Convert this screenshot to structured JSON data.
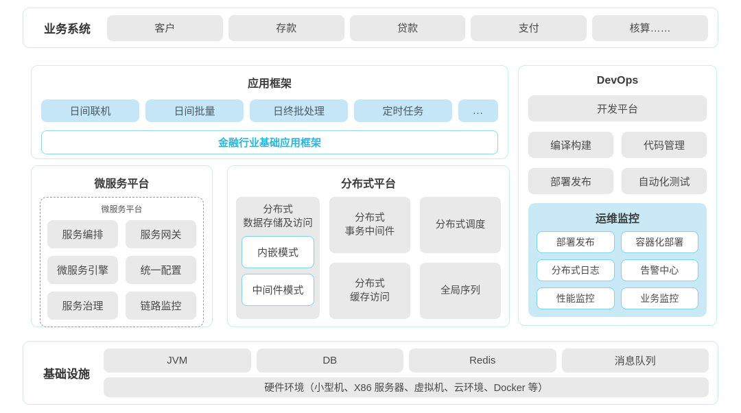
{
  "business_system": {
    "label": "业务系统",
    "items": [
      "客户",
      "存款",
      "贷款",
      "支付",
      "核算……"
    ]
  },
  "app_framework": {
    "title": "应用框架",
    "modules": [
      "日间联机",
      "日间批量",
      "日终批处理",
      "定时任务"
    ],
    "more": "...",
    "base_framework": "金融行业基础应用框架"
  },
  "devops": {
    "title": "DevOps",
    "platform": "开发平台",
    "tools": [
      "编译构建",
      "代码管理",
      "部署发布",
      "自动化测试"
    ],
    "monitoring": {
      "title": "运维监控",
      "items": [
        "部署发布",
        "容器化部署",
        "分布式日志",
        "告警中心",
        "性能监控",
        "业务监控"
      ]
    }
  },
  "microservice_platform": {
    "title": "微服务平台",
    "inner_title": "微服务平台",
    "items": [
      "服务编排",
      "服务网关",
      "微服务引擎",
      "统一配置",
      "服务治理",
      "链路监控"
    ]
  },
  "distributed_platform": {
    "title": "分布式平台",
    "storage": {
      "label": "分布式\n数据存储及访问",
      "modes": [
        "内嵌模式",
        "中间件模式"
      ]
    },
    "cells": [
      "分布式\n事务中间件",
      "分布式调度",
      "分布式\n缓存访问",
      "全局序列"
    ]
  },
  "infrastructure": {
    "label": "基础设施",
    "items": [
      "JVM",
      "DB",
      "Redis",
      "消息队列"
    ],
    "hardware": "硬件环境（小型机、X86 服务器、虚拟机、云环境、Docker 等）"
  },
  "colors": {
    "accent_cyan_text": "#2ab5dd",
    "panel_border": "#cfeaf4",
    "blue_button": "#c5e6f7",
    "monitor_background": "#c9e9f7",
    "gray_button": "#e9e9e9",
    "cyan_border": "#7ed3e8"
  }
}
